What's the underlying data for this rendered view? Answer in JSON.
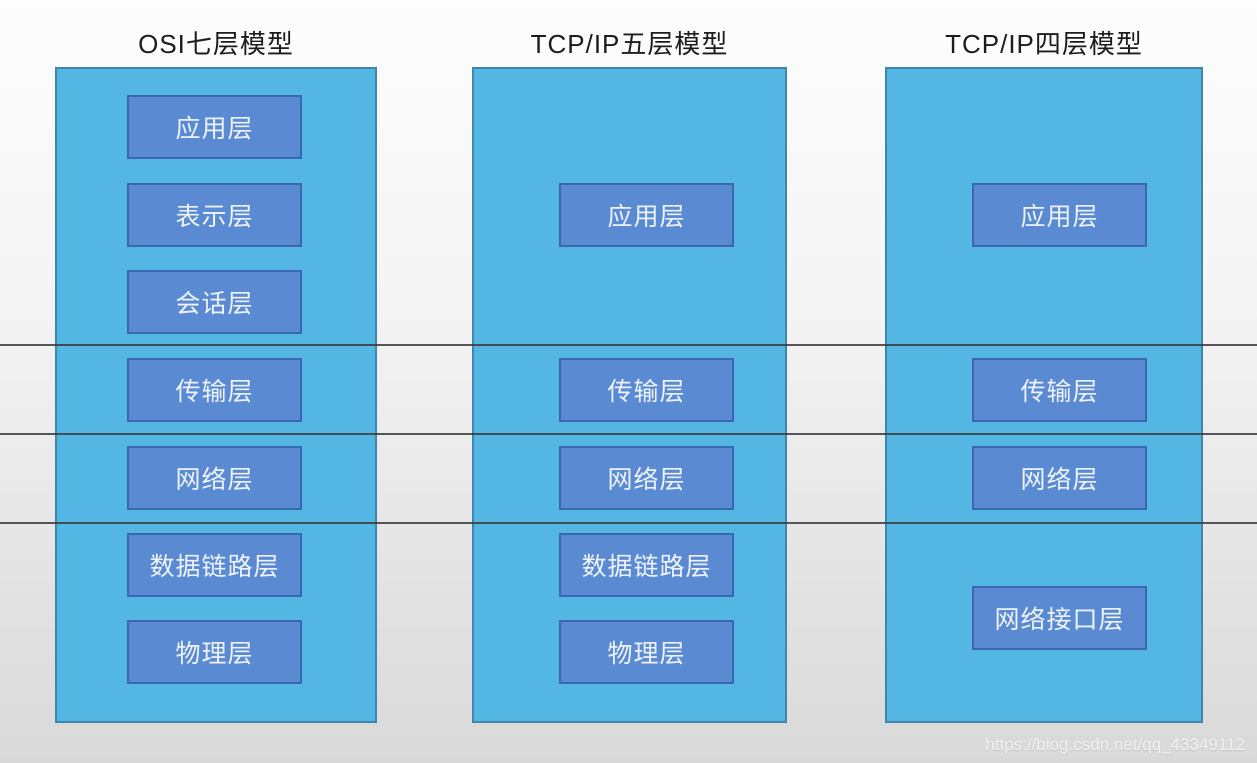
{
  "diagram": {
    "watermark": "https://blog.csdn.net/qq_43349112",
    "columns": [
      {
        "title": "OSI七层模型",
        "layers": [
          "应用层",
          "表示层",
          "会话层",
          "传输层",
          "网络层",
          "数据链路层",
          "物理层"
        ]
      },
      {
        "title": "TCP/IP五层模型",
        "layers": [
          "应用层",
          "传输层",
          "网络层",
          "数据链路层",
          "物理层"
        ]
      },
      {
        "title": "TCP/IP四层模型",
        "layers": [
          "应用层",
          "传输层",
          "网络层",
          "网络接口层"
        ]
      }
    ],
    "colors": {
      "container_fill": "#54b6e2",
      "container_border": "#3d87ae",
      "layer_box_fill": "#5a8ad2",
      "layer_box_border": "#3a68b0",
      "layer_text": "#eef3fb",
      "title_text": "#1c1c1c",
      "divider_line": "#3c3c3c",
      "background_top": "#fdfdfd",
      "background_bottom": "#d9d9d9"
    }
  }
}
